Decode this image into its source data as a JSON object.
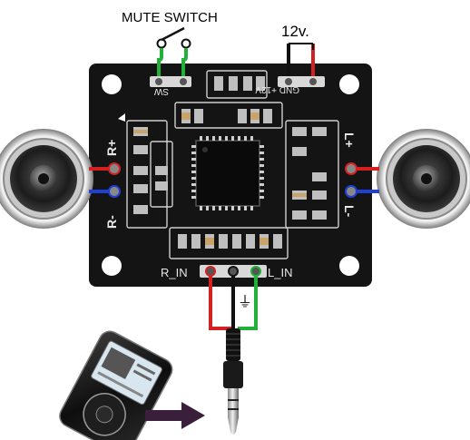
{
  "labels": {
    "mute_switch": "MUTE SWITCH",
    "power": "12v.",
    "board_sw": "SW",
    "board_gnd_12v": "GND +12V",
    "r_plus": "R+",
    "r_minus": "R-",
    "l_plus": "L+",
    "l_minus": "L-",
    "r_in": "R_IN",
    "l_in": "L_IN",
    "ground_symbol": "⏚"
  },
  "colors": {
    "pcb": "#141414",
    "wire_red": "#d42020",
    "wire_green": "#22b03a",
    "wire_blue": "#1f3fd6",
    "wire_black": "#111111",
    "arrow": "#3a1f3a"
  }
}
